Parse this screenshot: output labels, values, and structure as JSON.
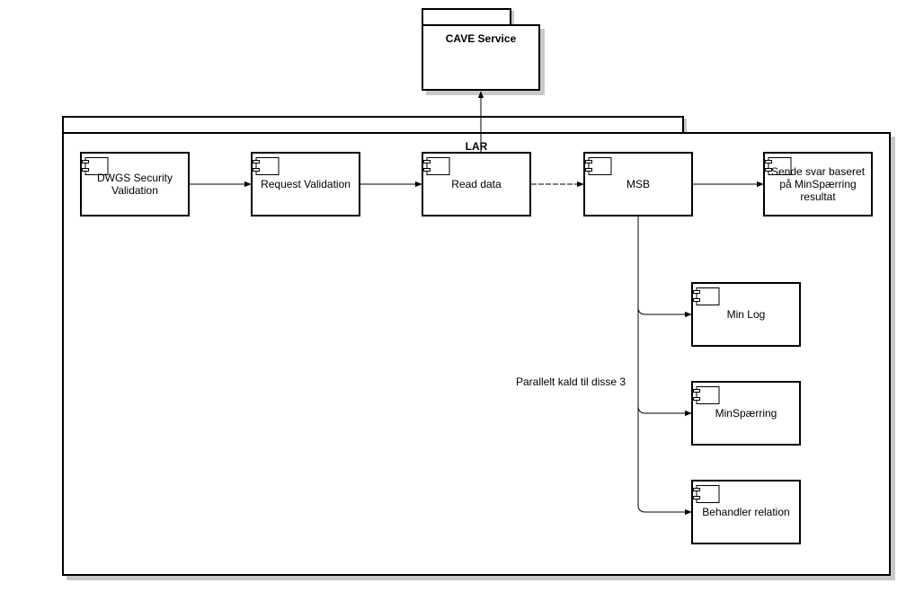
{
  "cave": {
    "title": "CAVE Service"
  },
  "lar": {
    "title": "LAR"
  },
  "components": [
    {
      "id": "dwgs",
      "label": "DWGS Security Validation"
    },
    {
      "id": "request",
      "label": "Request Validation"
    },
    {
      "id": "read",
      "label": "Read data"
    },
    {
      "id": "msb",
      "label": "MSB"
    },
    {
      "id": "sende",
      "label": "Sende svar baseret på MinSpærring resultat"
    },
    {
      "id": "minlog",
      "label": "Min Log"
    },
    {
      "id": "minsp",
      "label": "MinSpærring"
    },
    {
      "id": "behandler",
      "label": "Behandler relation"
    }
  ],
  "annotation": "Parallelt kald til disse 3"
}
